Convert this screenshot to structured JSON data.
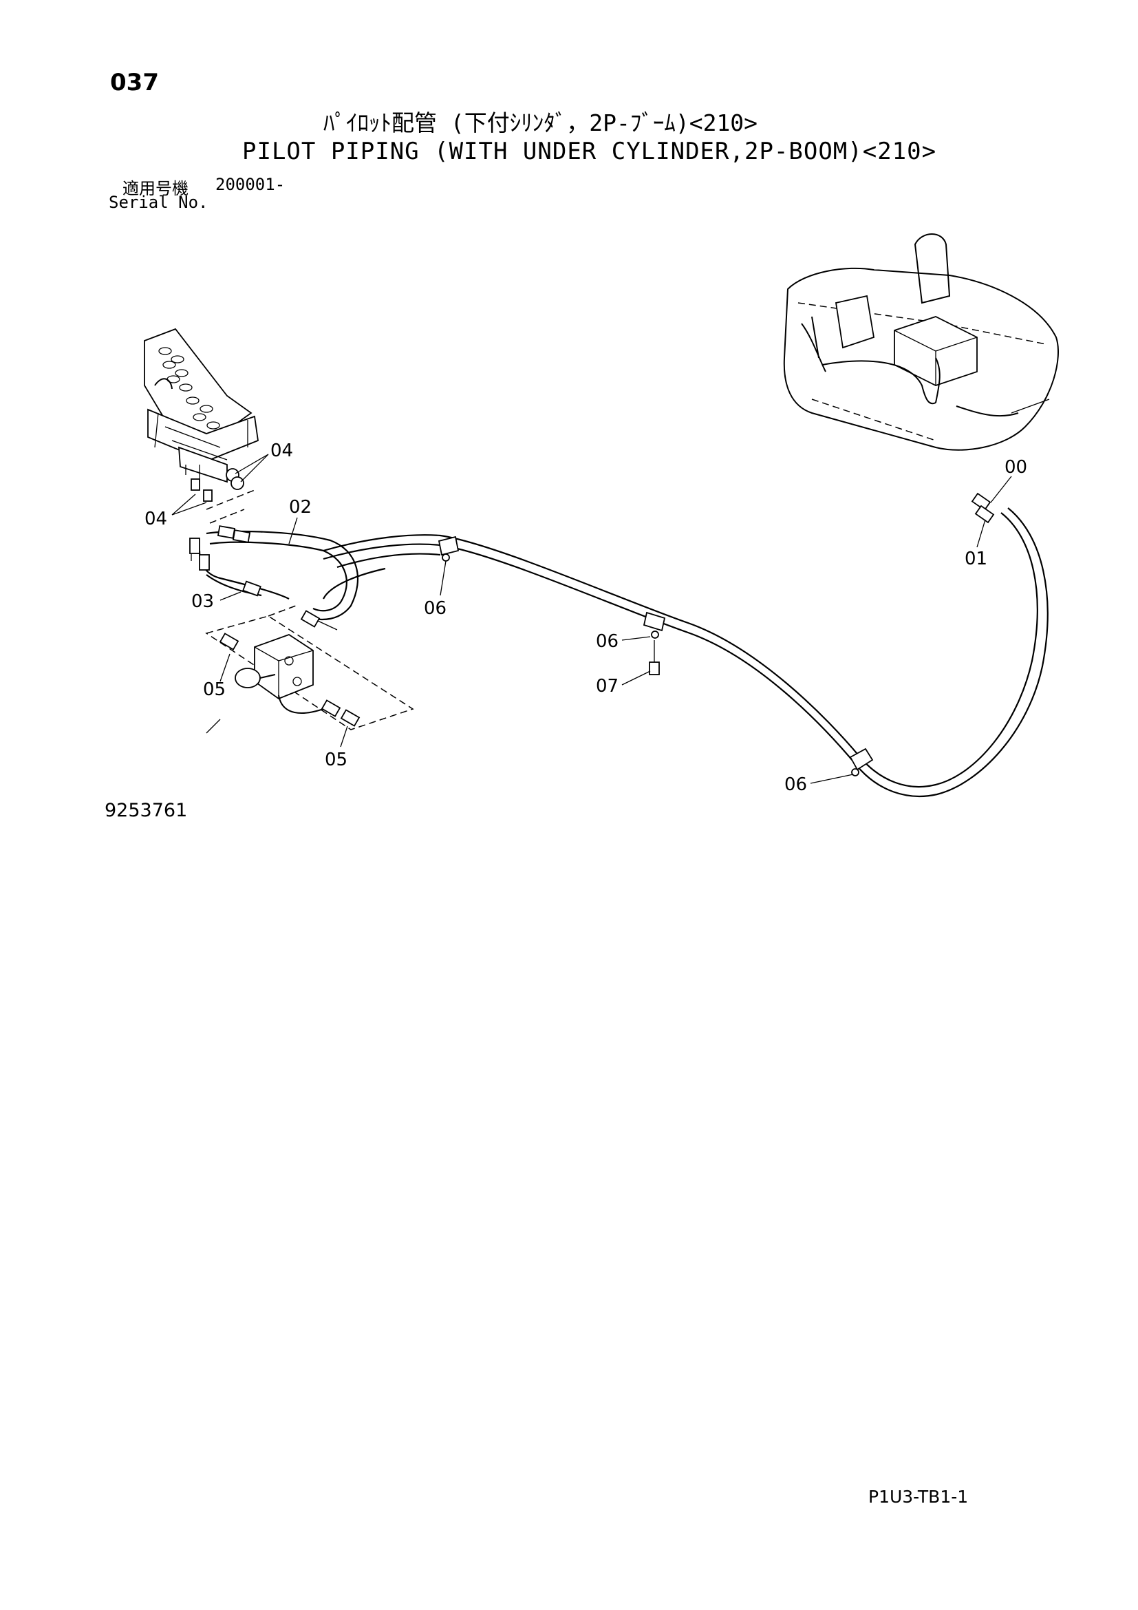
{
  "header": {
    "page_number": "037",
    "title_jp": "ﾊﾟｲﾛｯﾄ配管 (下付ｼﾘﾝﾀﾞ，2P-ﾌﾞｰﾑ)<210>",
    "title_en": "PILOT PIPING (WITH UNDER CYLINDER,2P-BOOM)<210>",
    "serial_label_jp": "適用号機",
    "serial_value": "200001-",
    "serial_label_en": "Serial No."
  },
  "diagram": {
    "callouts": [
      "00",
      "01",
      "02",
      "03",
      "04",
      "04",
      "05",
      "05",
      "06",
      "06",
      "06",
      "07"
    ]
  },
  "footer": {
    "figure_number": "9253761",
    "page_code": "P1U3-TB1-1"
  }
}
